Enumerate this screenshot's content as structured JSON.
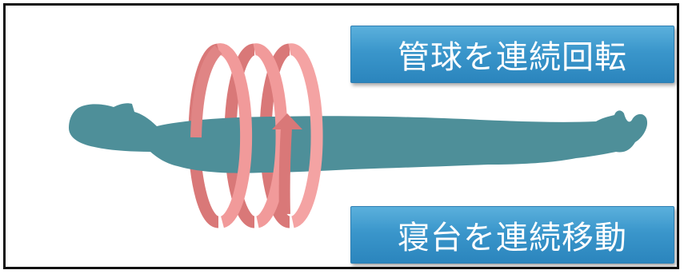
{
  "labels": {
    "tube_rotation": "管球を連続回転",
    "table_movement": "寝台を連続移動"
  },
  "colors": {
    "body_silhouette": "#4e8f99",
    "spiral_front": "#f19a9a",
    "spiral_back": "#d97878",
    "label_fill": "#3a96cb",
    "label_text": "#ffffff",
    "frame": "#111111"
  },
  "icons": {
    "patient": "lying-person-silhouette",
    "helix": "helical-scan-spiral-arrow"
  }
}
